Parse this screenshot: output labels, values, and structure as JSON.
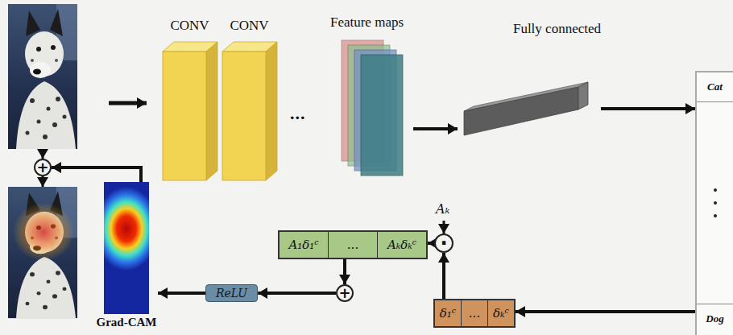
{
  "diagram": {
    "nodes": [
      {
        "text": [
          "CONV"
        ]
      },
      {
        "text": [
          "CONV"
        ]
      },
      {
        "text": [
          "Feature maps"
        ]
      },
      {
        "text": [
          "Fully connected"
        ]
      },
      {
        "text": [
          "Cat",
          "Dog"
        ]
      },
      {
        "text": [
          "+"
        ]
      },
      {
        "text": [
          "A₁δ₁ᶜ",
          "...",
          "Aₖδₖᶜ"
        ]
      },
      {
        "text": [
          "·"
        ]
      },
      {
        "text": [
          "δ₁ᶜ",
          "...",
          "δₖᶜ"
        ]
      },
      {
        "text": [
          "+"
        ]
      },
      {
        "text": [
          "ReLU"
        ]
      },
      {
        "text": [
          "Grad-CAM"
        ]
      }
    ],
    "edges": [
      {
        "from": 2,
        "to": 3,
        "arrow": "to"
      },
      {
        "from": 3,
        "to": 4,
        "arrow": "to"
      },
      {
        "from": 4,
        "to": 8,
        "arrow": "to"
      },
      {
        "from": 8,
        "to": 7,
        "arrow": "to"
      },
      {
        "from": 7,
        "to": 6,
        "arrow": "to"
      },
      {
        "from": 6,
        "to": 9,
        "arrow": "to"
      },
      {
        "from": 9,
        "to": 10,
        "arrow": "to"
      },
      {
        "from": 10,
        "to": 11,
        "arrow": "to"
      },
      {
        "from": 11,
        "to": 5,
        "arrow": "to"
      }
    ],
    "labels": [
      "...",
      "Aₖ"
    ]
  }
}
